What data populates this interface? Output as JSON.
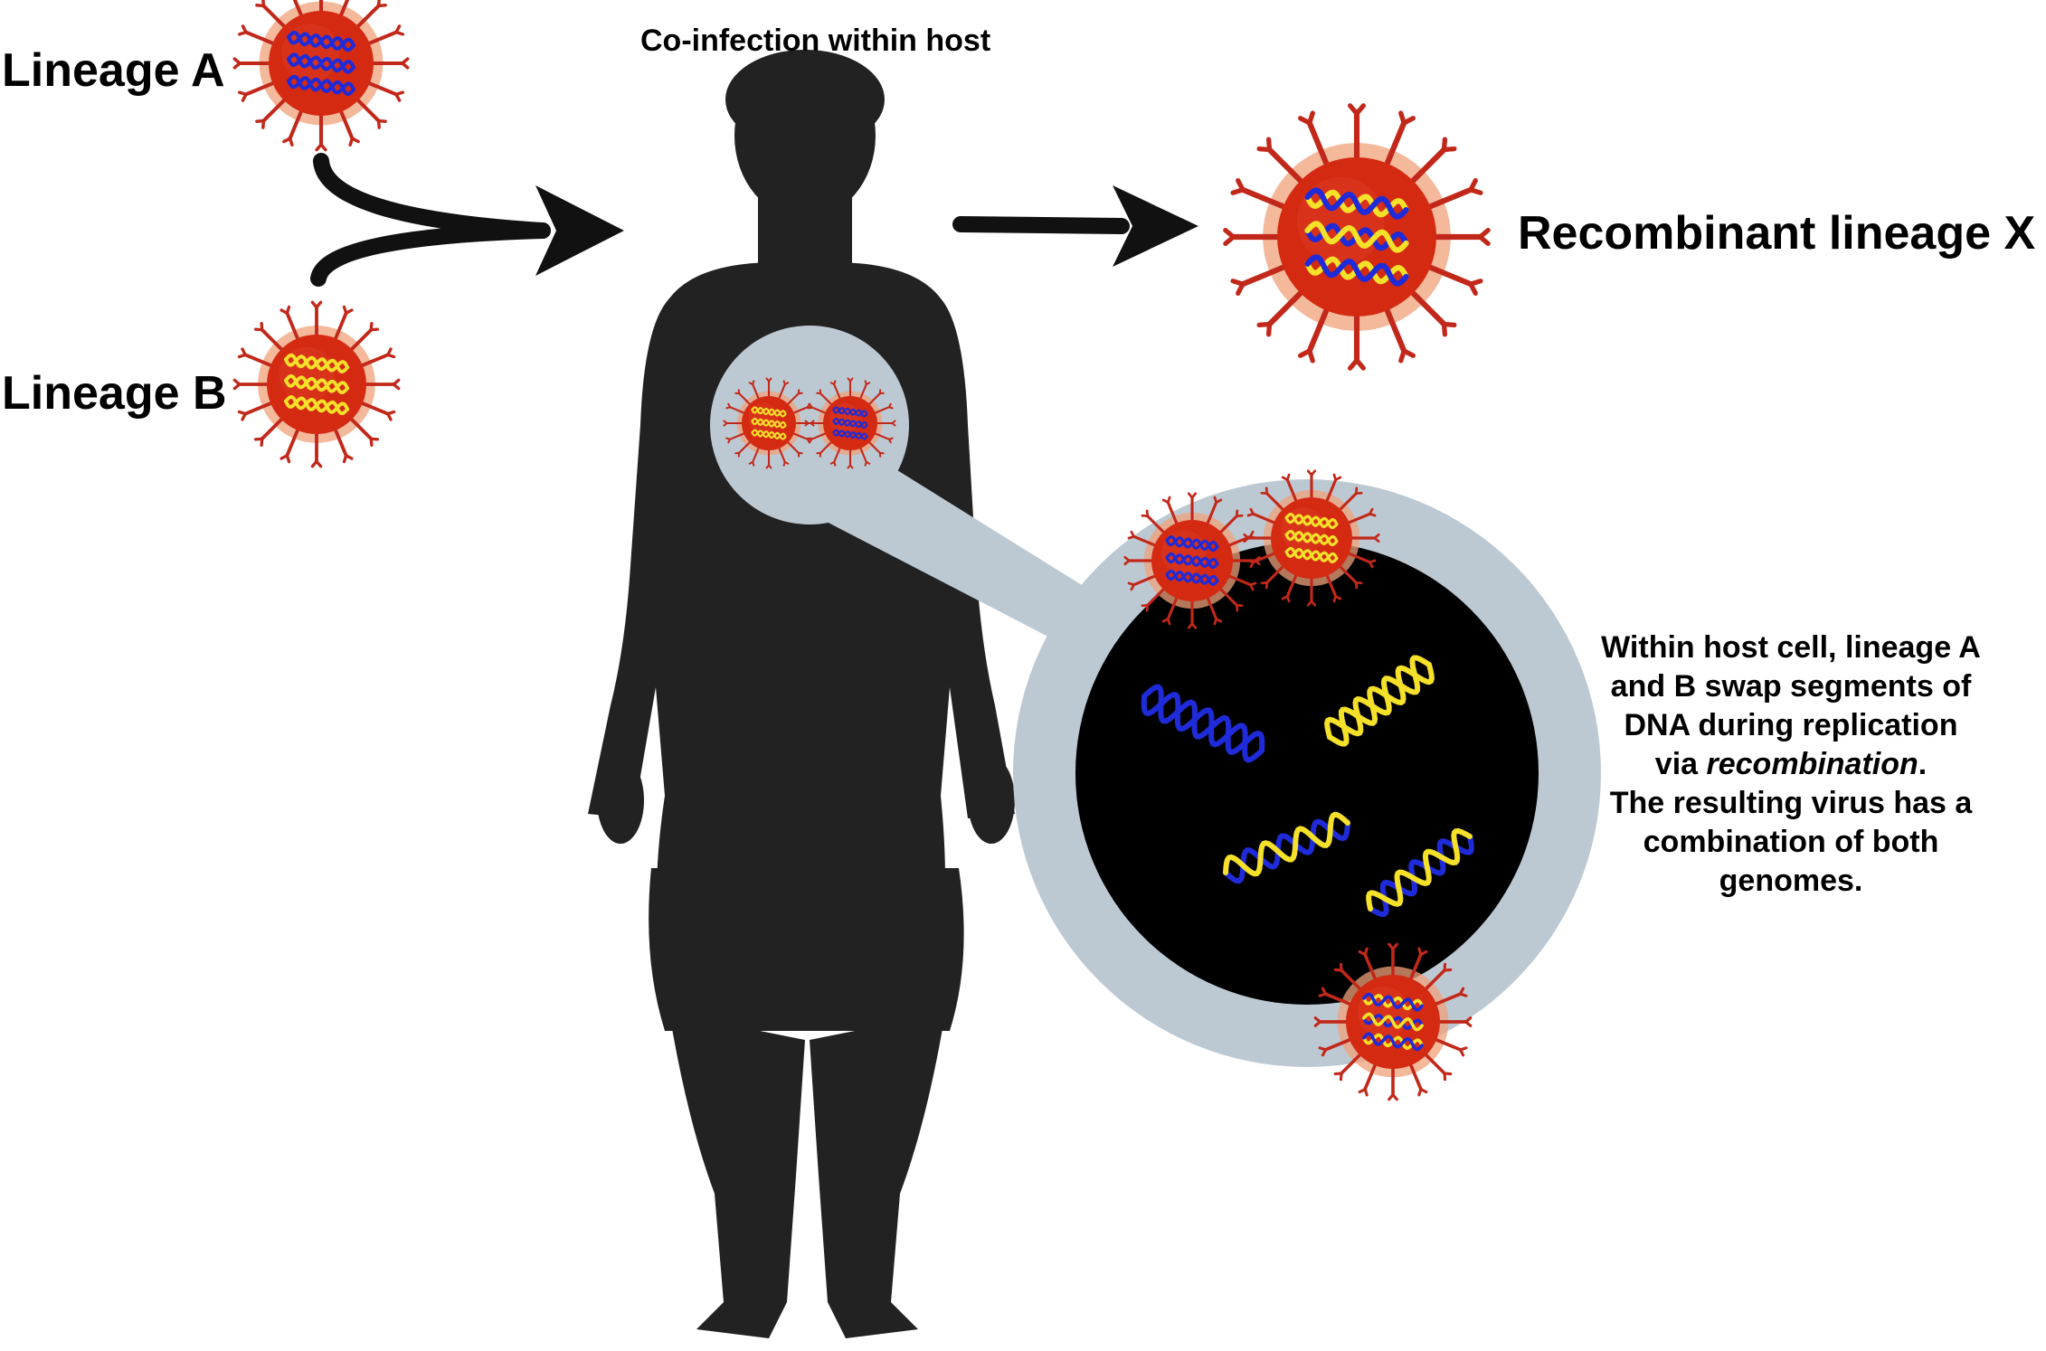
{
  "labels": {
    "lineage_a": "Lineage A",
    "lineage_b": "Lineage B",
    "host_title": "Co-infection within host",
    "recombinant": "Recombinant lineage X"
  },
  "description": {
    "line1": "Within host cell, lineage A",
    "line2": "and B swap segments of",
    "line3": "DNA during replication",
    "line4_prefix": "via ",
    "line4_emph": "recombination",
    "line4_suffix": ".",
    "line5": "The resulting virus has a",
    "line6": "combination of both",
    "line7": "genomes."
  },
  "colors": {
    "virus_body": "#d42a12",
    "virus_halo": "#f0a07a",
    "spike": "#c2281a",
    "genome_a": "#1f2bd8",
    "genome_b": "#f5e02a",
    "silhouette": "#222222",
    "magnifier": "#bdc9d2",
    "cell": "#000000",
    "arrow": "#111111"
  },
  "icons": {
    "host": "human-silhouette-icon",
    "virus": "virus-icon",
    "magnifier": "magnifier-lens-icon",
    "cell": "host-cell-icon"
  }
}
